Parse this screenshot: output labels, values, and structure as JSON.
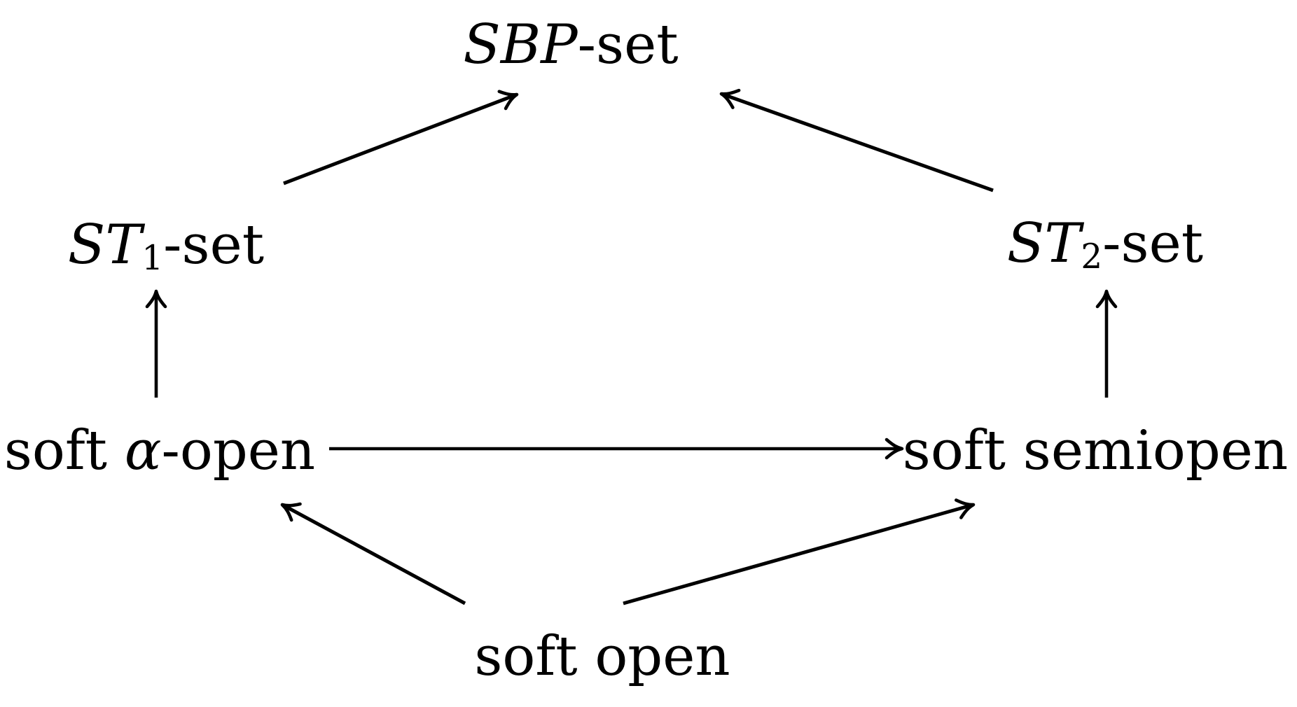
{
  "diagram": {
    "title": "Implication diagram between soft open set notions",
    "background_color": "#ffffff",
    "line_color": "#000000",
    "nodes": {
      "sbp": {
        "math": "SBP",
        "suffix": "-set"
      },
      "st1": {
        "math": "ST",
        "sub": "1",
        "suffix": "-set"
      },
      "st2": {
        "math": "ST",
        "sub": "2",
        "suffix": "-set"
      },
      "soft_alpha_open": {
        "pre": "soft ",
        "math": "α",
        "suffix": "-open"
      },
      "soft_semiopen": {
        "text": "soft semiopen"
      },
      "soft_open": {
        "text": "soft open"
      }
    },
    "edges": [
      {
        "from": "ST1-set",
        "to": "SBP-set"
      },
      {
        "from": "ST2-set",
        "to": "SBP-set"
      },
      {
        "from": "soft α-open",
        "to": "ST1-set"
      },
      {
        "from": "soft semiopen",
        "to": "ST2-set"
      },
      {
        "from": "soft α-open",
        "to": "soft semiopen"
      },
      {
        "from": "soft open",
        "to": "soft α-open"
      },
      {
        "from": "soft open",
        "to": "soft semiopen"
      }
    ]
  }
}
